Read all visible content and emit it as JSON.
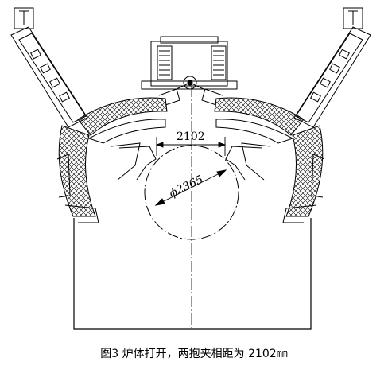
{
  "diagram": {
    "dimensions": {
      "opening_distance": "2102",
      "furnace_diameter": "ϕ2365"
    },
    "caption": "图3 炉体打开，两抱夹相距为 2102㎜",
    "colors": {
      "line": "#000000",
      "background": "#ffffff"
    }
  }
}
